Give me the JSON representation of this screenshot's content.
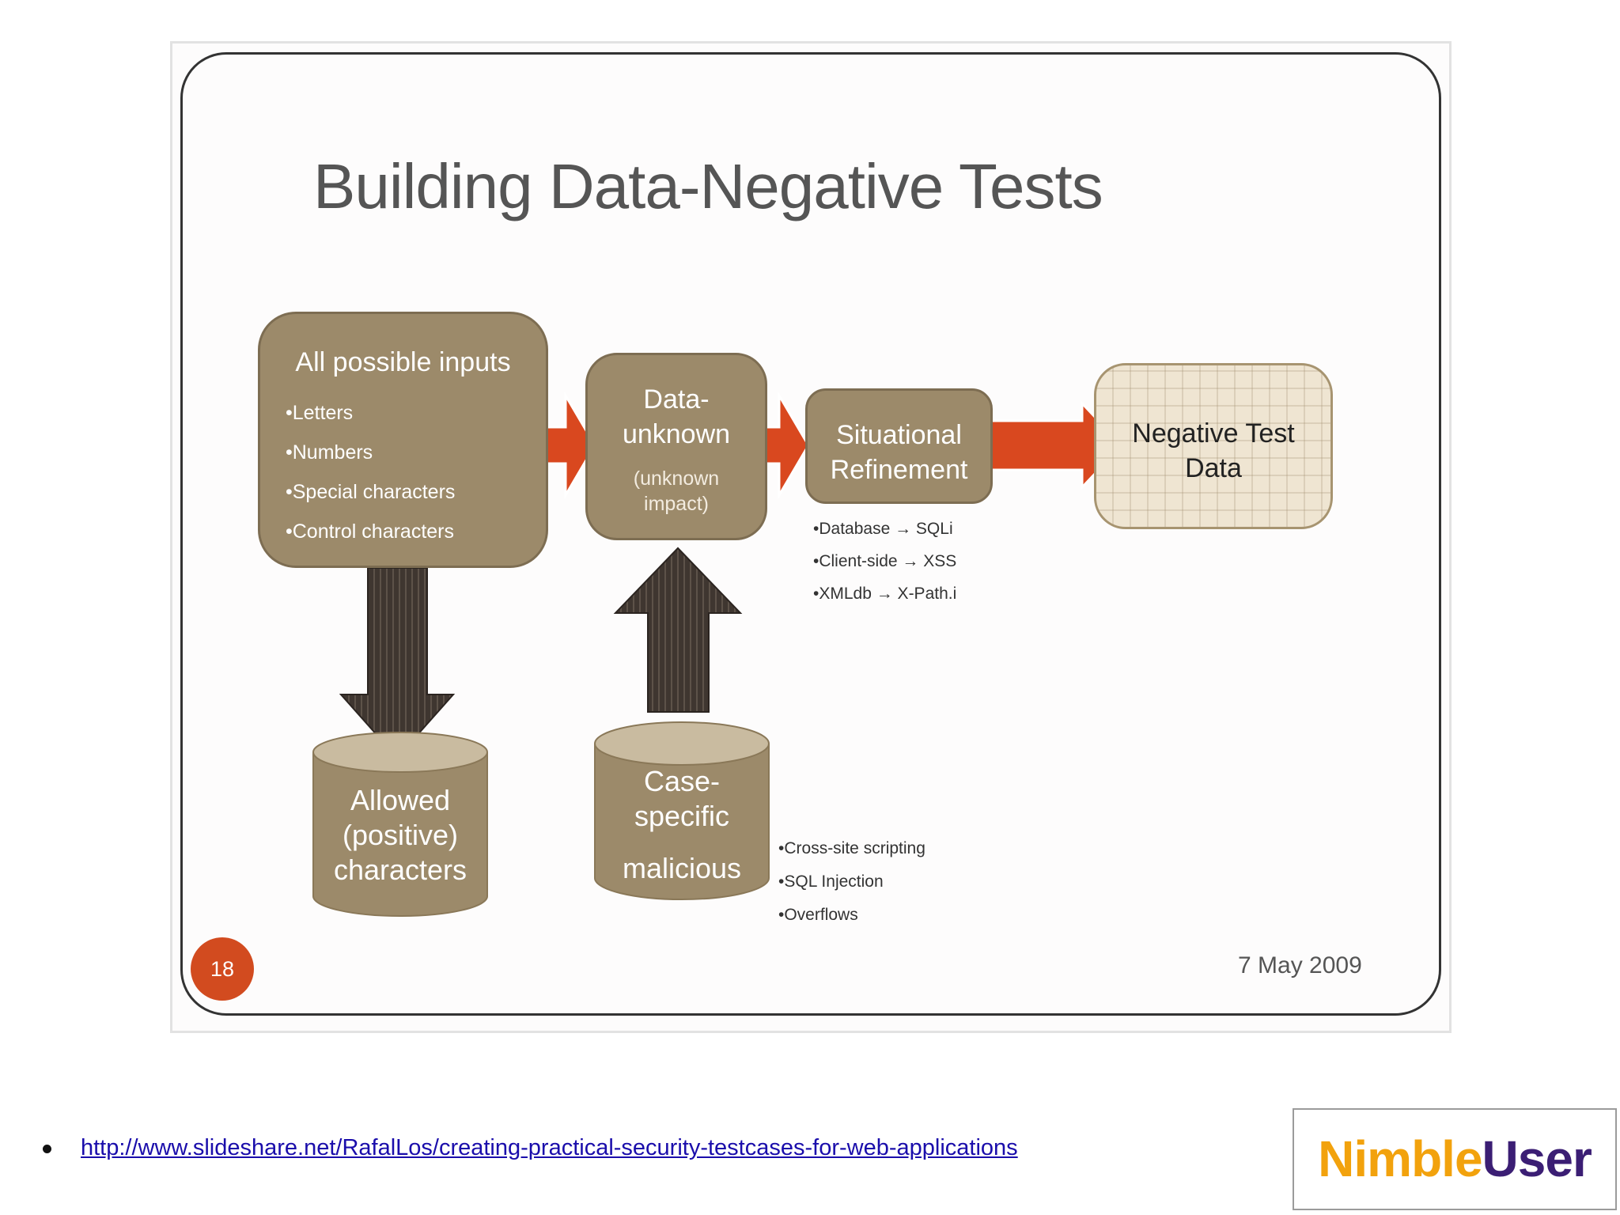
{
  "slide": {
    "title": "Building Data-Negative Tests",
    "number": "18",
    "date": "7 May 2009"
  },
  "diagram": {
    "inputs_box": {
      "title": "All possible inputs",
      "items": [
        "•Letters",
        "•Numbers",
        "•Special characters",
        "•Control characters"
      ]
    },
    "unknown_box": {
      "title_line1": "Data-",
      "title_line2": "unknown",
      "sub_line1": "(unknown",
      "sub_line2": "impact)"
    },
    "refinement_box": {
      "line1": "Situational",
      "line2": "Refinement",
      "notes": [
        "•Database → SQLi",
        "•Client-side → XSS",
        "•XMLdb → X-Path.i"
      ]
    },
    "negative_box": {
      "line1": "Negative Test",
      "line2": "Data"
    },
    "allowed_cylinder": {
      "line1": "Allowed",
      "line2": "(positive)",
      "line3": "characters"
    },
    "malicious_cylinder": {
      "line1": "Case-",
      "line2": "specific",
      "line3": "malicious",
      "notes": [
        "•Cross-site scripting",
        "•SQL Injection",
        "•Overflows"
      ]
    },
    "colors": {
      "box_fill": "#9c8a6a",
      "arrow_orange": "#d9481f",
      "arrow_dark": "#3a322d",
      "target_fill": "#efe5d2",
      "badge": "#d24b1f"
    }
  },
  "footer": {
    "link_text": "http://www.slideshare.net/RafalLos/creating-practical-security-testcases-for-web-applications",
    "logo_part1": "Nimble",
    "logo_part2": "User"
  }
}
